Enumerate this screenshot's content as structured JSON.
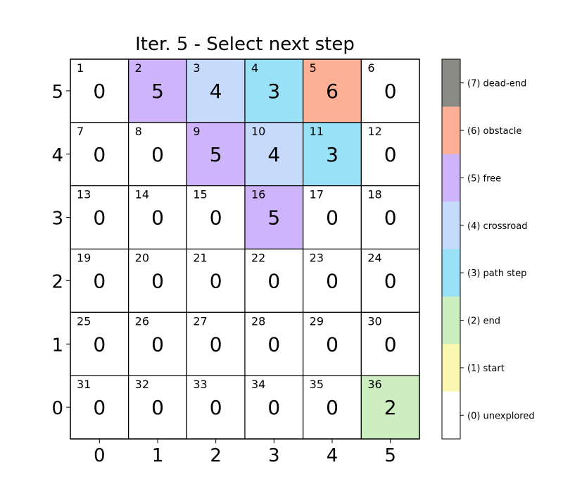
{
  "chart_data": {
    "type": "heatmap",
    "title": "Iter. 5 - Select next step",
    "xlabel": "",
    "ylabel": "",
    "x_ticks": [
      "0",
      "1",
      "2",
      "3",
      "4",
      "5"
    ],
    "y_ticks": [
      "5",
      "4",
      "3",
      "2",
      "1",
      "0"
    ],
    "cells": [
      {
        "id": "1",
        "value": 0
      },
      {
        "id": "2",
        "value": 5
      },
      {
        "id": "3",
        "value": 4
      },
      {
        "id": "4",
        "value": 3
      },
      {
        "id": "5",
        "value": 6
      },
      {
        "id": "6",
        "value": 0
      },
      {
        "id": "7",
        "value": 0
      },
      {
        "id": "8",
        "value": 0
      },
      {
        "id": "9",
        "value": 5
      },
      {
        "id": "10",
        "value": 4
      },
      {
        "id": "11",
        "value": 3
      },
      {
        "id": "12",
        "value": 0
      },
      {
        "id": "13",
        "value": 0
      },
      {
        "id": "14",
        "value": 0
      },
      {
        "id": "15",
        "value": 0
      },
      {
        "id": "16",
        "value": 5
      },
      {
        "id": "17",
        "value": 0
      },
      {
        "id": "18",
        "value": 0
      },
      {
        "id": "19",
        "value": 0
      },
      {
        "id": "20",
        "value": 0
      },
      {
        "id": "21",
        "value": 0
      },
      {
        "id": "22",
        "value": 0
      },
      {
        "id": "23",
        "value": 0
      },
      {
        "id": "24",
        "value": 0
      },
      {
        "id": "25",
        "value": 0
      },
      {
        "id": "26",
        "value": 0
      },
      {
        "id": "27",
        "value": 0
      },
      {
        "id": "28",
        "value": 0
      },
      {
        "id": "29",
        "value": 0
      },
      {
        "id": "30",
        "value": 0
      },
      {
        "id": "31",
        "value": 0
      },
      {
        "id": "32",
        "value": 0
      },
      {
        "id": "33",
        "value": 0
      },
      {
        "id": "34",
        "value": 0
      },
      {
        "id": "35",
        "value": 0
      },
      {
        "id": "36",
        "value": 2
      }
    ],
    "legend": [
      {
        "value": 0,
        "label": "(0) unexplored",
        "color": "#ffffff"
      },
      {
        "value": 1,
        "label": "(1) start",
        "color": "#f9f7b0"
      },
      {
        "value": 2,
        "label": "(2) end",
        "color": "#cdeec1"
      },
      {
        "value": 3,
        "label": "(3) path step",
        "color": "#99e1f6"
      },
      {
        "value": 4,
        "label": "(4) crossroad",
        "color": "#c6dafb"
      },
      {
        "value": 5,
        "label": "(5) free",
        "color": "#ceb4fa"
      },
      {
        "value": 6,
        "label": "(6) obstacle",
        "color": "#fdb095"
      },
      {
        "value": 7,
        "label": "(7) dead-end",
        "color": "#8b8b86"
      }
    ],
    "legend_placement": "right",
    "grid": true
  }
}
